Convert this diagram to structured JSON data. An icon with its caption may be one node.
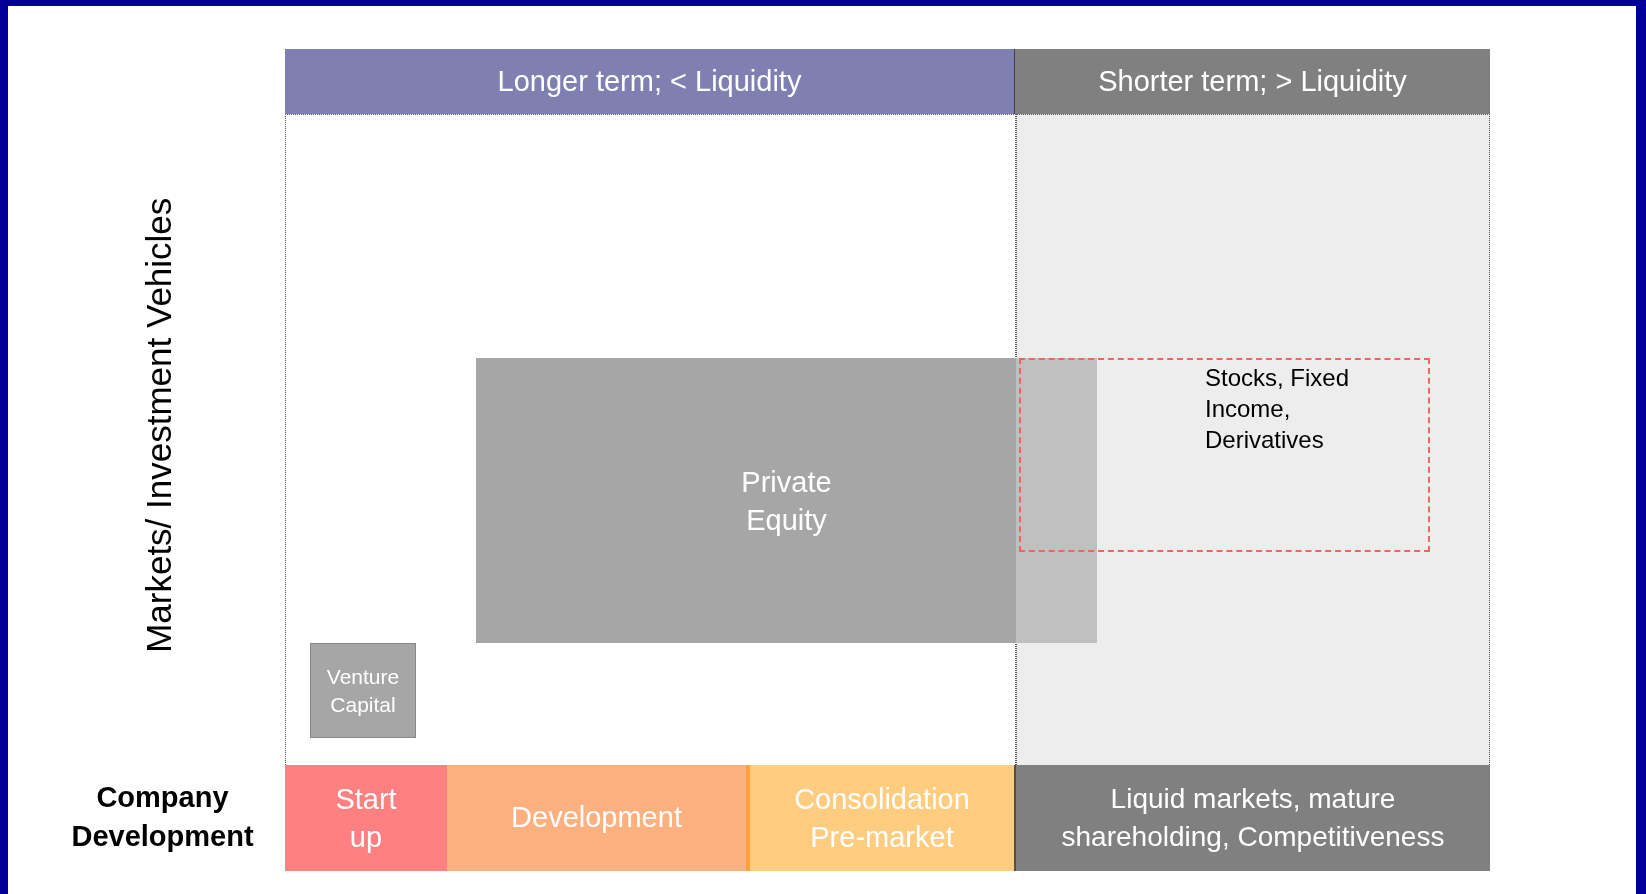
{
  "diagram": {
    "nodes": [
      {
        "text": [
          "Longer term; < Liquidity"
        ]
      },
      {
        "text": [
          "Shorter term; > Liquidity"
        ]
      },
      {
        "text": [
          "Private Equity"
        ]
      },
      {
        "text": [
          "Stocks, Fixed Income, Derivatives"
        ]
      },
      {
        "text": [
          "Venture Capital"
        ]
      },
      {
        "text": [
          "Start up"
        ]
      },
      {
        "text": [
          "Development"
        ]
      },
      {
        "text": [
          "Consolidation Pre-market"
        ]
      },
      {
        "text": [
          "Liquid markets, mature shareholding, Competitiveness"
        ]
      }
    ],
    "labels": [
      "Markets/ Investment Vehicles",
      "Company Development"
    ]
  }
}
